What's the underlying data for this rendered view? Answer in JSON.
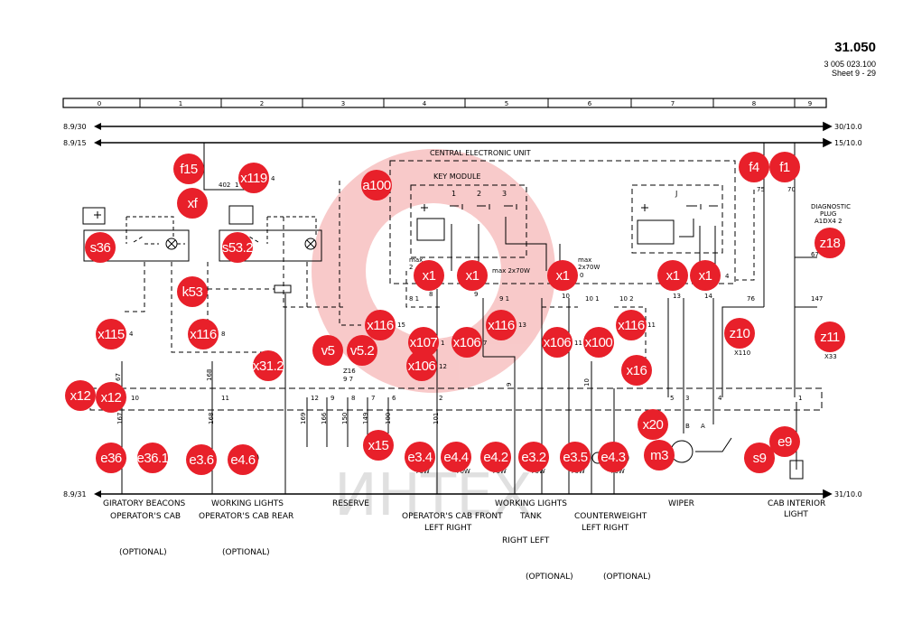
{
  "header": {
    "doc_number": "31.050",
    "part_number": "3 005 023.100",
    "sheet": "Sheet 9 - 29"
  },
  "colors": {
    "marker": "#e8202a",
    "watermark": "#f08a8a",
    "line": "#000000"
  },
  "grid": [
    "0",
    "1",
    "2",
    "3",
    "4",
    "5",
    "6",
    "7",
    "8",
    "9"
  ],
  "rails": {
    "top30_left": "8.9/30",
    "top30_right": "30/10.0",
    "top15_left": "8.9/15",
    "top15_right": "15/10.0",
    "bot31_left": "8.9/31",
    "bot31_right": "31/10.0"
  },
  "cu": {
    "title": "CENTRAL ELECTRONIC UNIT",
    "key_module": "KEY MODULE",
    "led_labels": [
      "1",
      "2",
      "3",
      "J"
    ]
  },
  "watermark_text": "ИНТЕХ",
  "wire_labels": {
    "w402": "402",
    "w402n": "1",
    "x119n": "4",
    "max1": "max",
    "max1b": "2",
    "max2": "max 2x70W",
    "max3": "max",
    "max3b": "2x70W",
    "n0": "0",
    "n81": "8 1",
    "n8": "8",
    "n91a": "9 1",
    "n9": "9",
    "n10": "10",
    "n101": "10 1",
    "n102": "10 2",
    "n13": "13",
    "n14": "14",
    "n4b": "4",
    "n75": "75",
    "n70": "70",
    "x115n": "4",
    "x116an": "8",
    "x116bn": "15",
    "x116cn": "13",
    "x116dn": "11",
    "x107n": "1",
    "x106an": "7",
    "x106bn": "12",
    "x106cn": "11",
    "z16": "Z16",
    "z16b": "9 7",
    "n76": "76",
    "x110": "X110",
    "n147": "147",
    "x33": "X33",
    "n67": "67",
    "diag1": "DIAGNOSTIC",
    "diag2": "PLUG",
    "diag3": "A1DX4 2",
    "w67": "67",
    "w168": "168",
    "w167": "167",
    "w168b": "168",
    "w169": "169",
    "w166": "166",
    "w150": "150",
    "w149": "149",
    "w100": "100",
    "w101": "101",
    "t10": "10",
    "t11": "11",
    "t12": "12",
    "t9a": "9",
    "t8": "8",
    "t7": "7",
    "t6": "6",
    "t2": "2",
    "t5": "5",
    "t3": "3",
    "t4": "4",
    "t1": "1",
    "tB": "B",
    "tA": "A",
    "w9": "9",
    "w10": "10",
    "w70a": "70W",
    "w70b": "70W",
    "w70c": "70W",
    "w70d": "70W",
    "w70e": "70W",
    "w70f": "70W"
  },
  "bottom_labels": {
    "beacons1": "GIRATORY BEACONS",
    "beacons2": "OPERATOR'S CAB",
    "wl1": "WORKING LIGHTS",
    "wl2": "OPERATOR'S CAB REAR",
    "reserve": "RESERVE",
    "front1": "OPERATOR'S CAB FRONT",
    "front2": "LEFT   RIGHT",
    "tank1": "WORKING LIGHTS",
    "tank2": "TANK",
    "tank3": "RIGHT   LEFT",
    "cw1": "COUNTERWEIGHT",
    "cw2": "LEFT   RIGHT",
    "wiper": "WIPER",
    "cab1": "CAB INTERIOR",
    "cab2": "LIGHT",
    "opt1": "(OPTIONAL)",
    "opt2": "(OPTIONAL)",
    "opt3": "(OPTIONAL)",
    "opt4": "(OPTIONAL)"
  },
  "markers": [
    {
      "id": "f15",
      "label": "f15"
    },
    {
      "id": "x119",
      "label": "x119"
    },
    {
      "id": "xf",
      "label": "xf"
    },
    {
      "id": "a100",
      "label": "a100"
    },
    {
      "id": "f4",
      "label": "f4"
    },
    {
      "id": "f1",
      "label": "f1"
    },
    {
      "id": "s36",
      "label": "s36"
    },
    {
      "id": "s53",
      "label": "s53.2"
    },
    {
      "id": "x1a",
      "label": "x1"
    },
    {
      "id": "x1b",
      "label": "x1"
    },
    {
      "id": "x1c",
      "label": "x1"
    },
    {
      "id": "x1d",
      "label": "x1"
    },
    {
      "id": "x1e",
      "label": "x1"
    },
    {
      "id": "z18",
      "label": "z18"
    },
    {
      "id": "k53",
      "label": "k53"
    },
    {
      "id": "x116a",
      "label": "x116"
    },
    {
      "id": "x116b",
      "label": "x116"
    },
    {
      "id": "x116c",
      "label": "x116"
    },
    {
      "id": "x116d",
      "label": "x116"
    },
    {
      "id": "x115",
      "label": "x115"
    },
    {
      "id": "x107",
      "label": "x107"
    },
    {
      "id": "x106a",
      "label": "x106"
    },
    {
      "id": "x106b",
      "label": "x106"
    },
    {
      "id": "x106c",
      "label": "x106"
    },
    {
      "id": "x100",
      "label": "x100"
    },
    {
      "id": "z10",
      "label": "z10"
    },
    {
      "id": "z11",
      "label": "z11"
    },
    {
      "id": "v5",
      "label": "v5"
    },
    {
      "id": "v52",
      "label": "v5.2"
    },
    {
      "id": "x312",
      "label": "x31.2"
    },
    {
      "id": "x16",
      "label": "x16"
    },
    {
      "id": "x12a",
      "label": "x12"
    },
    {
      "id": "x12b",
      "label": "x12"
    },
    {
      "id": "x20",
      "label": "x20"
    },
    {
      "id": "x15",
      "label": "x15"
    },
    {
      "id": "e9",
      "label": "e9"
    },
    {
      "id": "e36a",
      "label": "e36"
    },
    {
      "id": "e36b",
      "label": "e36.1"
    },
    {
      "id": "e36c",
      "label": "e3.6"
    },
    {
      "id": "e46",
      "label": "e4.6"
    },
    {
      "id": "e34",
      "label": "e3.4"
    },
    {
      "id": "e44",
      "label": "e4.4"
    },
    {
      "id": "e42",
      "label": "e4.2"
    },
    {
      "id": "e32",
      "label": "e3.2"
    },
    {
      "id": "e35",
      "label": "e3.5"
    },
    {
      "id": "e43",
      "label": "e4.3"
    },
    {
      "id": "m3",
      "label": "m3"
    },
    {
      "id": "s9",
      "label": "s9"
    }
  ]
}
